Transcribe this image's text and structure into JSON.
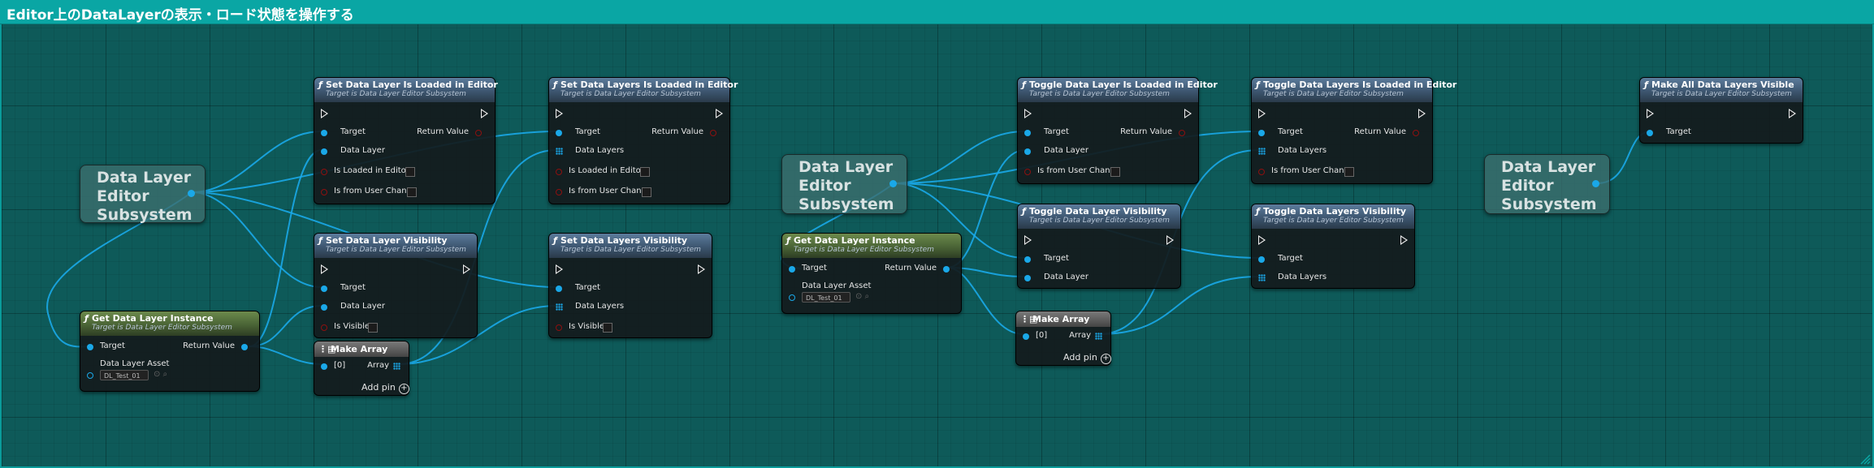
{
  "comment": {
    "title": "Editor上のDataLayerの表示・ロード状態を操作する"
  },
  "subsystem_label": "Data Layer Editor Subsystem",
  "subsystem_lines": [
    "Data Layer",
    "Editor",
    "Subsystem"
  ],
  "target_subtitle": "Target is Data Layer Editor Subsystem",
  "pins": {
    "target": "Target",
    "return_value": "Return Value",
    "data_layer": "Data Layer",
    "data_layers": "Data Layers",
    "is_loaded_in_editor": "Is Loaded in Editor",
    "is_from_user_change": "Is from User Change",
    "is_visible": "Is Visible",
    "data_layer_asset": "Data Layer Asset",
    "array": "Array",
    "index0": "[0]",
    "add_pin": "Add pin"
  },
  "asset_value": "DL_Test_01",
  "nodes": {
    "set_loaded": "Set Data Layer Is Loaded in Editor",
    "set_loaded_multi": "Set Data Layers Is Loaded in Editor",
    "set_visibility": "Set Data Layer Visibility",
    "set_visibility_multi": "Set Data Layers Visibility",
    "get_instance": "Get Data Layer Instance",
    "make_array": "Make Array",
    "toggle_loaded": "Toggle Data Layer Is Loaded in Editor",
    "toggle_loaded_multi": "Toggle Data Layers Is Loaded in Editor",
    "toggle_visibility": "Toggle Data Layer Visibility",
    "toggle_visibility_multi": "Toggle Data Layers Visibility",
    "make_all_visible": "Make All Data Layers Visible"
  },
  "icons": {
    "function": "function-icon",
    "make_array": "make-array-icon"
  },
  "colors": {
    "wire": "#1aa8e8",
    "comment": "#0aa6a4",
    "grid": "#0e5a59"
  }
}
